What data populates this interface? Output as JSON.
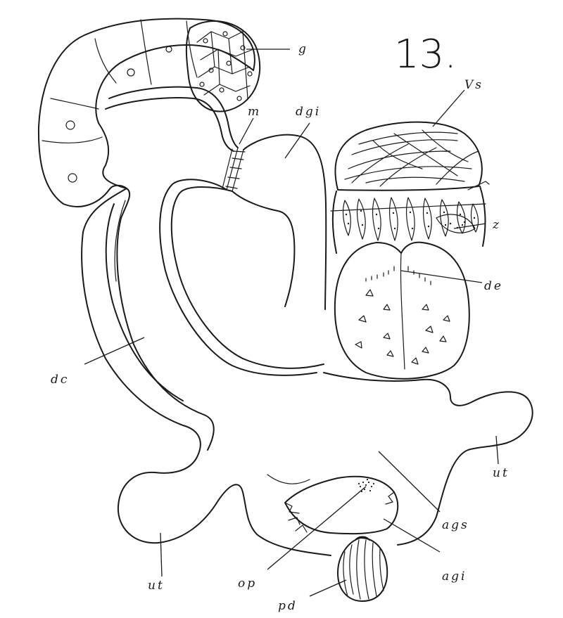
{
  "figure": {
    "number": "13."
  },
  "labels": {
    "g": "g",
    "m": "m",
    "dgi": "dgi",
    "vs": "Vs",
    "z": "z",
    "de": "de",
    "dc": "dc",
    "ut_right": "ut",
    "ags": "ags",
    "agi": "agi",
    "op": "op",
    "ut_left": "ut",
    "pd": "pd"
  }
}
